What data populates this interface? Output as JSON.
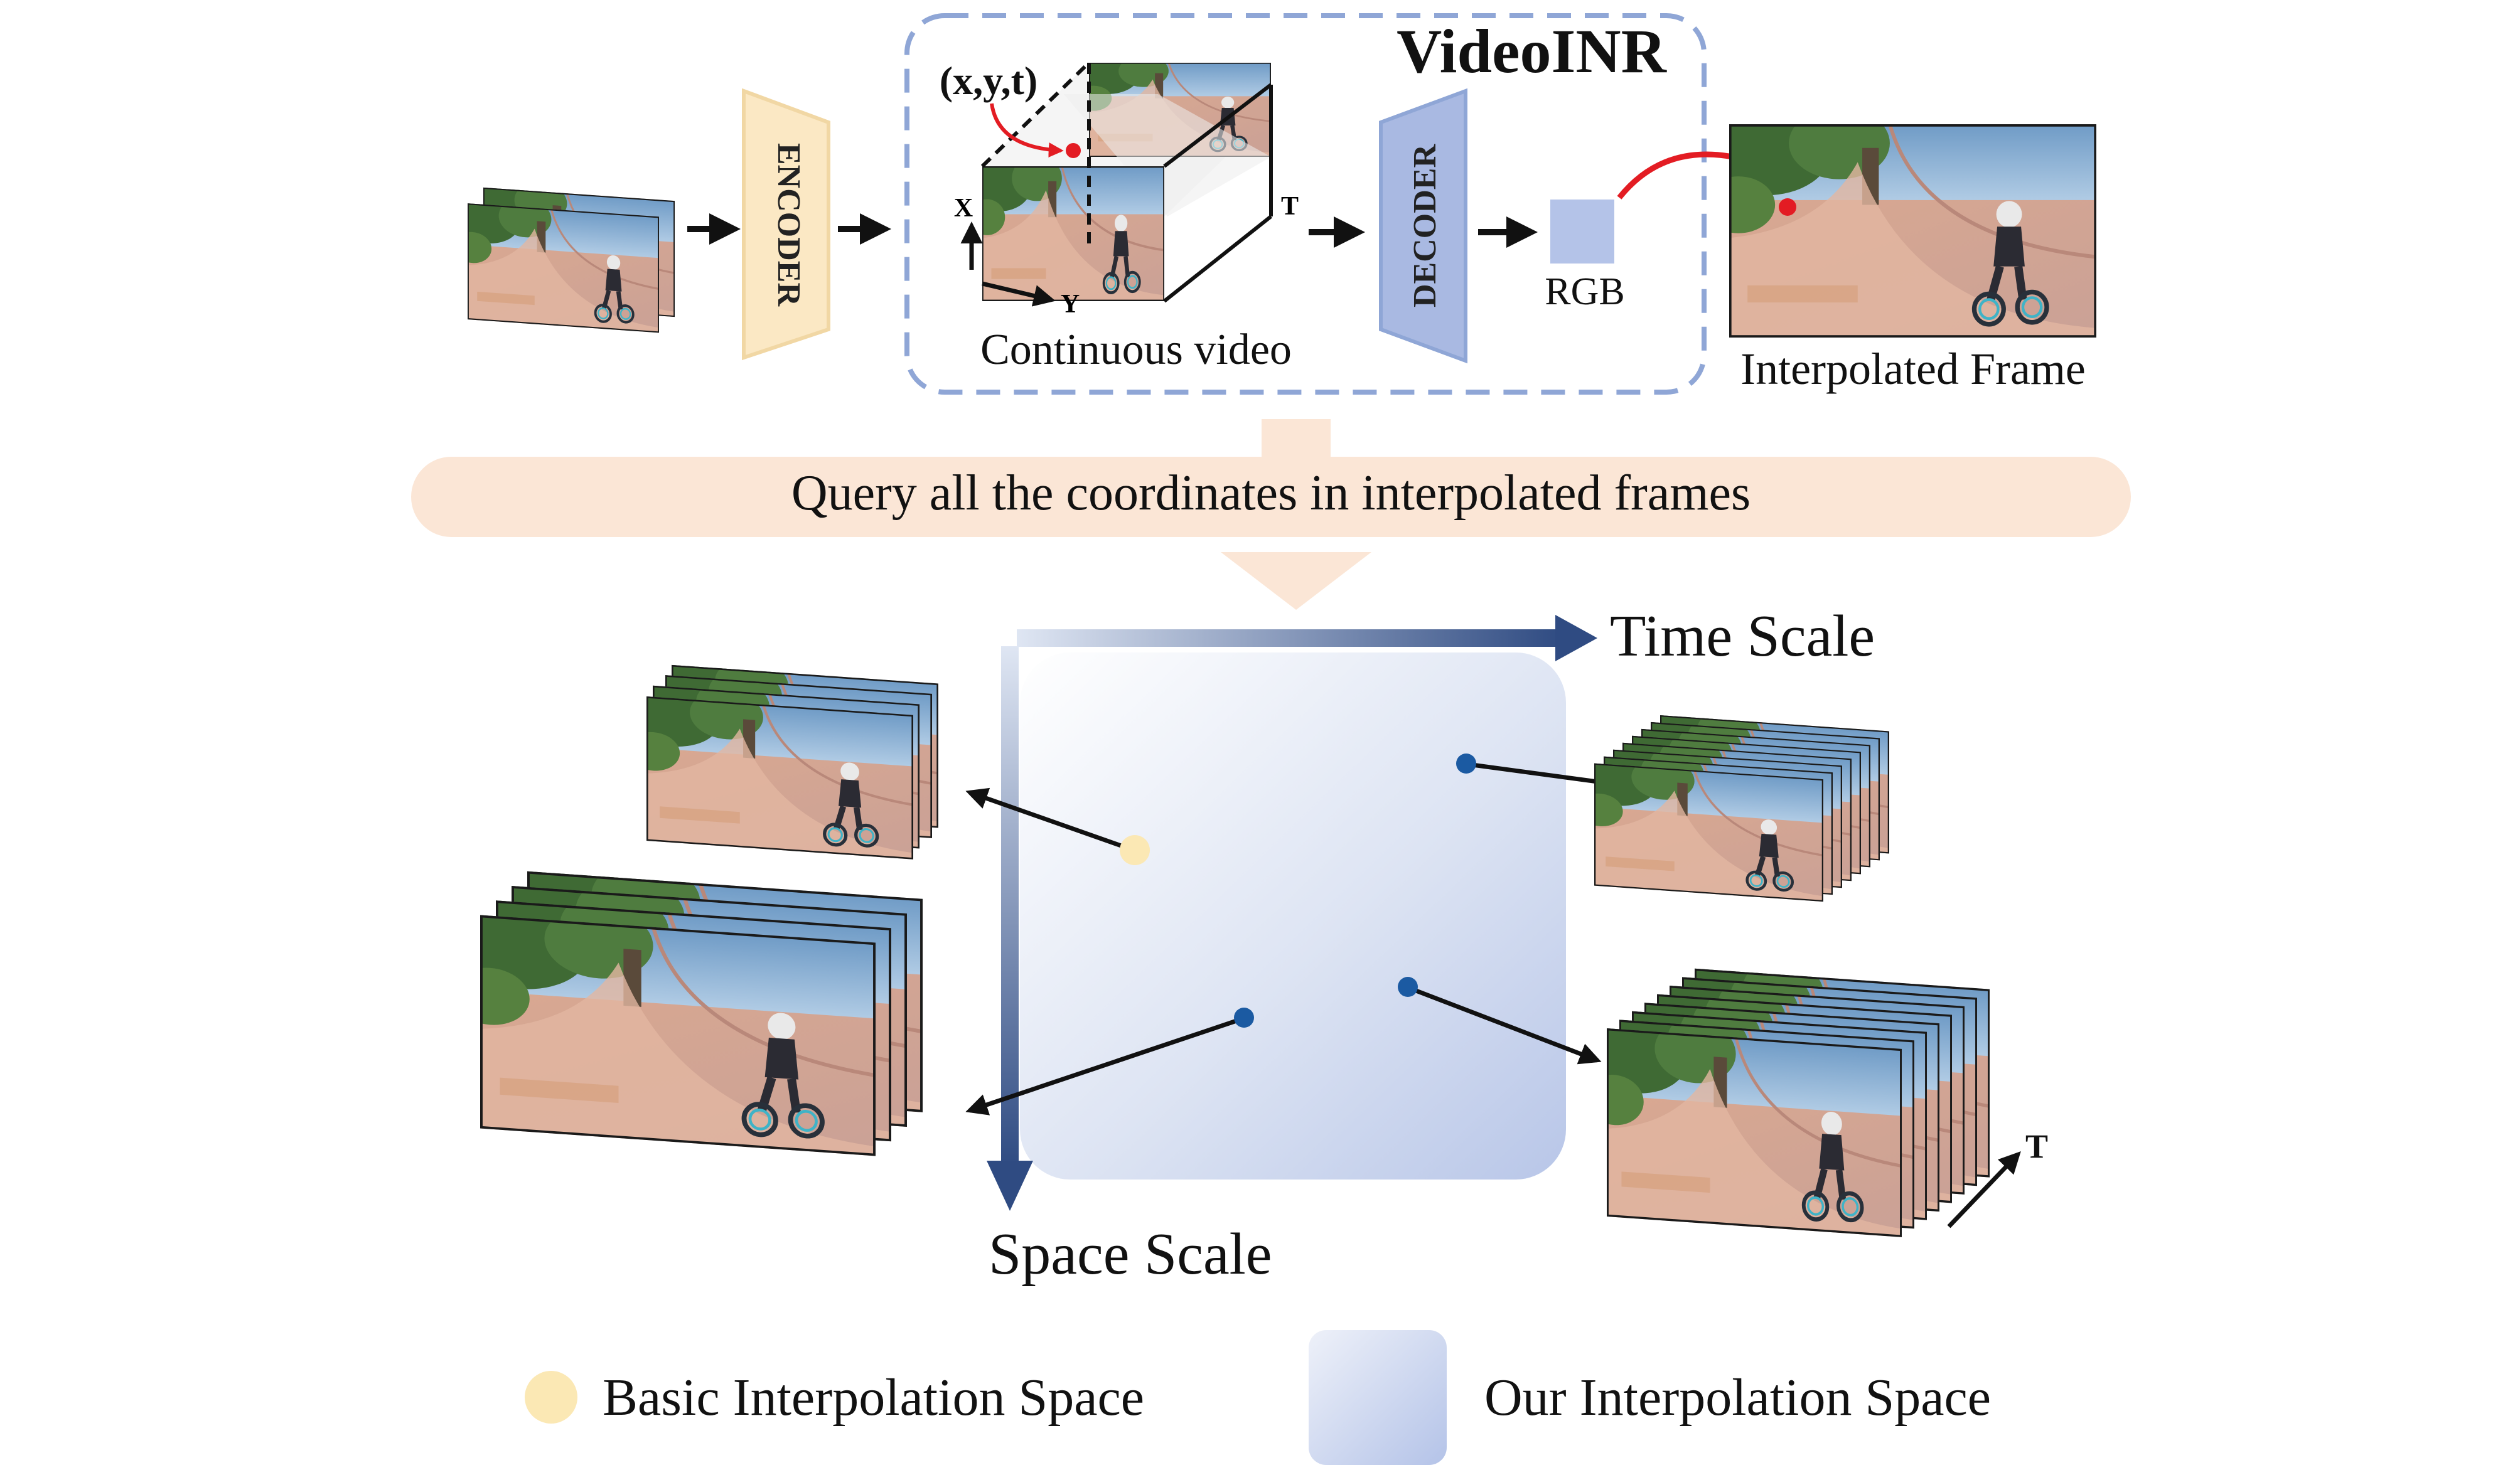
{
  "pipeline": {
    "encoder_label": "ENCODER",
    "decoder_label": "DECODER",
    "videoinr_title": "VideoINR",
    "coord_label": "(x,y,t)",
    "axis_x": "X",
    "axis_y": "Y",
    "axis_t": "T",
    "continuous_caption": "Continuous video",
    "rgb_label": "RGB",
    "interpolated_caption": "Interpolated Frame"
  },
  "query_banner": "Query all the coordinates in interpolated frames",
  "scales": {
    "time_label": "Time Scale",
    "space_label": "Space Scale",
    "t_label": "T"
  },
  "legend": {
    "basic_label": "Basic Interpolation Space",
    "ours_label": "Our Interpolation Space"
  },
  "colors": {
    "encoder_fill": "#fbe8c4",
    "decoder_fill": "#a9b9e2",
    "rgb_fill": "#b4c3e8",
    "dashed_box": "#8fa6d6",
    "banner": "#fbe6d6",
    "scale_arrow": "#2f4b82",
    "point_blue": "#1b5aa2",
    "point_yellow": "#fbe8b4",
    "red": "#e31c23"
  },
  "icons": {
    "frame": "skatepark-frame-thumbnail"
  }
}
